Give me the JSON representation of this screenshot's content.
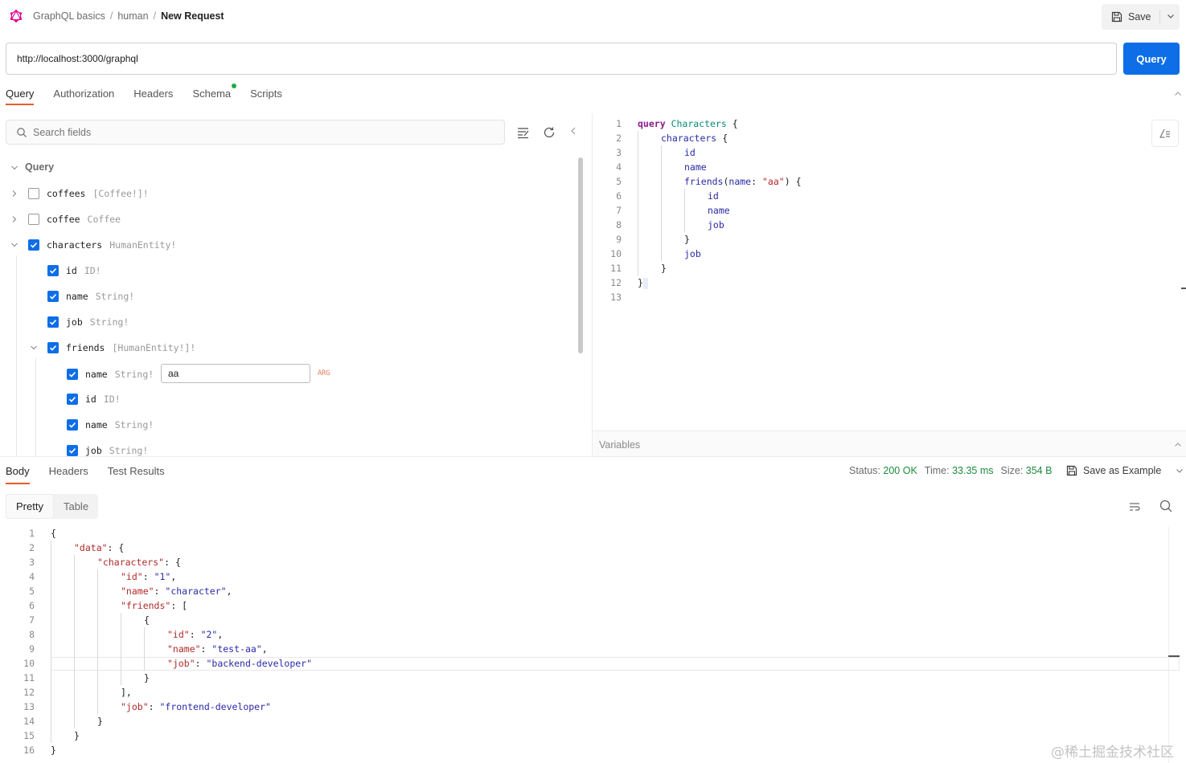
{
  "header": {
    "breadcrumb": [
      "GraphQL basics",
      "human",
      "New Request"
    ],
    "separator": "/",
    "save_label": "Save"
  },
  "url": {
    "value": "http://localhost:3000/graphql"
  },
  "query_button_label": "Query",
  "request_tabs": [
    "Query",
    "Authorization",
    "Headers",
    "Schema",
    "Scripts"
  ],
  "explorer": {
    "search_placeholder": "Search fields",
    "root_label": "Query",
    "fields": [
      {
        "name": "coffees",
        "type": "[Coffee!]!",
        "checked": false,
        "expanded": false
      },
      {
        "name": "coffee",
        "type": "Coffee",
        "checked": false,
        "expanded": false
      },
      {
        "name": "characters",
        "type": "HumanEntity!",
        "checked": true,
        "expanded": true,
        "children": [
          {
            "name": "id",
            "type": "ID!",
            "checked": true
          },
          {
            "name": "name",
            "type": "String!",
            "checked": true
          },
          {
            "name": "job",
            "type": "String!",
            "checked": true
          },
          {
            "name": "friends",
            "type": "[HumanEntity!]!",
            "checked": true,
            "expanded": true,
            "args": [
              {
                "name": "name",
                "type": "String!",
                "value": "aa",
                "badge": "ARG"
              }
            ],
            "children": [
              {
                "name": "id",
                "type": "ID!",
                "checked": true
              },
              {
                "name": "name",
                "type": "String!",
                "checked": true
              },
              {
                "name": "job",
                "type": "String!",
                "checked": true
              }
            ]
          }
        ]
      }
    ]
  },
  "query_editor": {
    "line_numbers": [
      "1",
      "2",
      "3",
      "4",
      "5",
      "6",
      "7",
      "8",
      "9",
      "10",
      "11",
      "12",
      "13"
    ],
    "keyword": "query",
    "operation_name": "Characters",
    "tokens": {
      "open_brace": "{",
      "close_brace": "}",
      "characters": "characters",
      "id": "id",
      "name": "name",
      "job": "job",
      "friends": "friends",
      "arg_name": "name",
      "arg_colon": ":",
      "arg_value": "\"aa\"",
      "paren_open": "(",
      "paren_close": ")"
    }
  },
  "variables_label": "Variables",
  "response": {
    "tabs": [
      "Body",
      "Headers",
      "Test Results"
    ],
    "status_label": "Status:",
    "status_value": "200 OK",
    "time_label": "Time:",
    "time_value": "33.35 ms",
    "size_label": "Size:",
    "size_value": "354 B",
    "save_example_label": "Save as Example",
    "view_modes": [
      "Pretty",
      "Table"
    ],
    "line_numbers": [
      "1",
      "2",
      "3",
      "4",
      "5",
      "6",
      "7",
      "8",
      "9",
      "10",
      "11",
      "12",
      "13",
      "14",
      "15",
      "16"
    ],
    "json": {
      "data_key": "\"data\"",
      "characters_key": "\"characters\"",
      "id_key": "\"id\"",
      "name_key": "\"name\"",
      "friends_key": "\"friends\"",
      "job_key": "\"job\"",
      "id_val": "\"1\"",
      "name_val": "\"character\"",
      "friend_id_val": "\"2\"",
      "friend_name_val": "\"test-aa\"",
      "friend_job_val": "\"backend-developer\"",
      "job_val": "\"frontend-developer\""
    }
  },
  "watermark": "@稀土掘金技术社区",
  "colors": {
    "primary": "#0d6ee8",
    "tab_indicator": "#e85c2a",
    "status_ok": "#1e8a3e",
    "graphql_logo": "#e10098"
  }
}
